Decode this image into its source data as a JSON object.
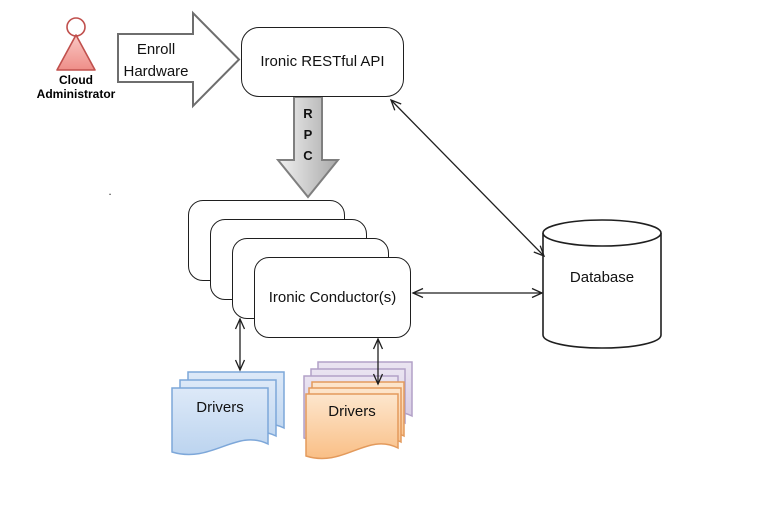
{
  "labels": {
    "actor": "Cloud Administrator",
    "enroll_line1": "Enroll",
    "enroll_line2": "Hardware",
    "api": "Ironic RESTful API",
    "rpc_r": "R",
    "rpc_p": "P",
    "rpc_c": "C",
    "conductor": "Ironic Conductor(s)",
    "database": "Database",
    "drivers_left": "Drivers",
    "drivers_right": "Drivers",
    "stray_mark": "."
  },
  "colors": {
    "outline": "#1f1f1f",
    "actor_border": "#c0504d",
    "actor_fill_light": "#fac8c4",
    "actor_fill_dark": "#ee8e88",
    "enroll_border": "#6e6e6e",
    "rpc_border": "#7f7f7f",
    "rpc_fill_light": "#f1f1f1",
    "rpc_fill_dark": "#a9a9a9",
    "blue_border": "#7da7d9",
    "blue_fill_light": "#dde9f8",
    "blue_fill_dark": "#bcd4ef",
    "orange_border": "#e39a5c",
    "orange_fill_light": "#fde6cd",
    "orange_fill_dark": "#f9bf86",
    "purple_border": "#b2a1c7",
    "purple_fill_light": "#eae4f1",
    "purple_fill_dark": "#d5c9e3"
  }
}
